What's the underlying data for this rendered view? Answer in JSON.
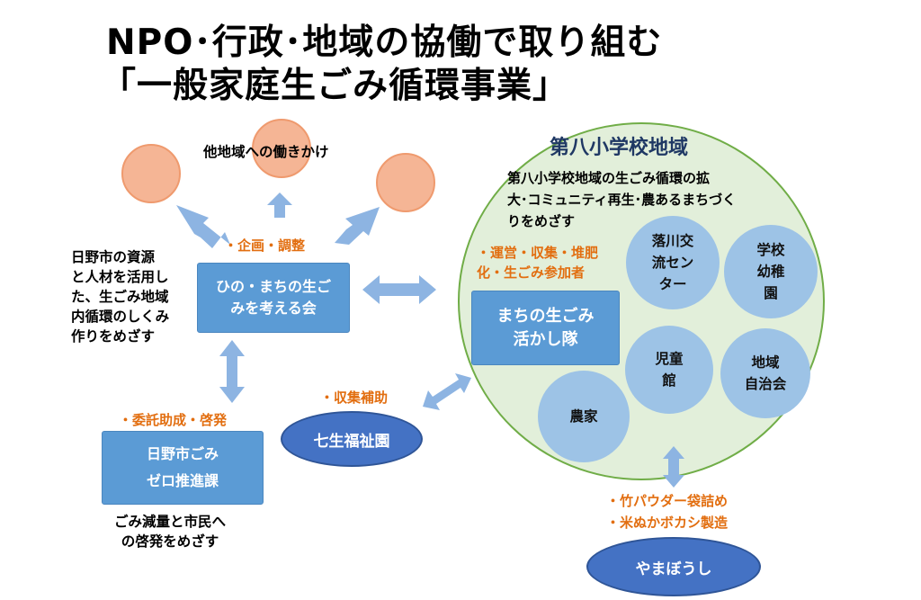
{
  "title": {
    "line1": "NPO･行政･地域の協働で取り組む",
    "line2": "「一般家庭生ごみ循環事業」"
  },
  "outreach": {
    "label": "他地域への働きかけ"
  },
  "coordination": {
    "role": "・企画・調整",
    "org_line1": "ひの・まちの生ご",
    "org_line2": "みを考える会",
    "goal_lines": [
      "日野市の資源",
      "と人材を活用し",
      "た、生ごみ地域",
      "内循環のしくみ",
      "作りをめざす"
    ]
  },
  "city": {
    "role": "・委託助成・啓発",
    "org_line1": "日野市ごみ",
    "org_line2": "ゼロ推進課",
    "goal_lines": [
      "ごみ減量と市民へ",
      "の啓発をめざす"
    ]
  },
  "welfare": {
    "role": "・収集補助",
    "org": "七生福祉園"
  },
  "district": {
    "title": "第八小学校地域",
    "goal_lines": [
      "第八小学校地域の生ごみ循環の拡",
      "大･コミュニティ再生･農あるまちづく",
      "りをめざす"
    ],
    "role_lines": [
      "・運営・収集・堆肥",
      "化・生ごみ参加者"
    ],
    "team_line1": "まちの生ごみ",
    "team_line2": "活かし隊",
    "members": {
      "community_center": [
        "落川交",
        "流セン",
        "ター"
      ],
      "kindergarten": [
        "学校",
        "幼稚",
        "園"
      ],
      "childrens_hall": [
        "児童",
        "館"
      ],
      "residents_assoc": [
        "地域",
        "自治会"
      ],
      "farmer": [
        "農家"
      ]
    }
  },
  "yamabōshi": {
    "role_lines": [
      "・竹パウダー袋詰め",
      "・米ぬかボカシ製造"
    ],
    "org": "やまぼうし"
  },
  "colors": {
    "box_blue": "#5b9bd5",
    "ellipse_blue": "#4472c4",
    "district_fill": "#e2efda",
    "member_blue": "#9dc3e6",
    "salmon": "#f5b595",
    "orange_text": "#e26e10",
    "district_title": "#1f3864"
  }
}
